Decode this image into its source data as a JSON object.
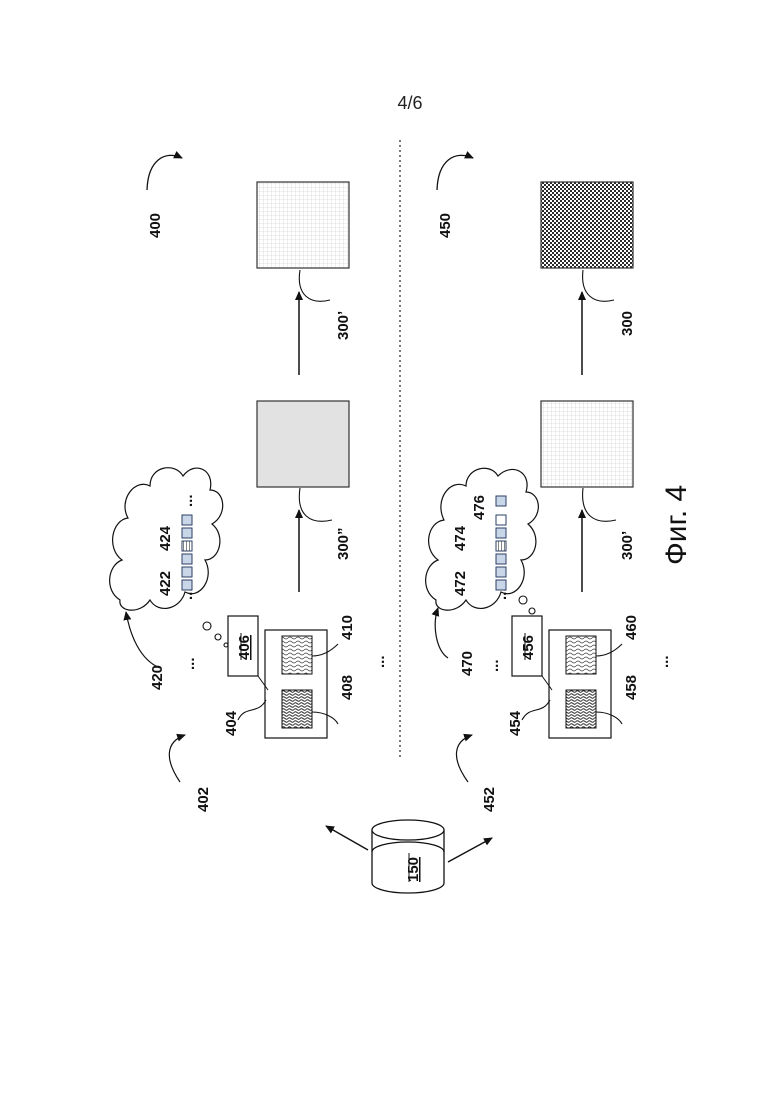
{
  "page_number": "4/6",
  "figure_caption": "Фиг. 4",
  "labels": {
    "l400": "400",
    "l402": "402",
    "l404": "404",
    "l406": "406",
    "l408": "408",
    "l410": "410",
    "l420": "420",
    "l422": "422",
    "l424": "424",
    "l300a": "300’",
    "l300b": "300”",
    "l450": "450",
    "l452": "452",
    "l454": "454",
    "l456": "456",
    "l458": "458",
    "l460": "460",
    "l470": "470",
    "l472": "472",
    "l474": "474",
    "l476": "476",
    "l300c": "300’",
    "l300d": "300",
    "l150": "150"
  },
  "ellipsis": "...",
  "colors": {
    "line": "#111111",
    "cell_fill": "#c9d6e8",
    "cell_stroke": "#2a3f66",
    "light_gray_box": "#e3e3e3",
    "dark_check": "#333333"
  }
}
